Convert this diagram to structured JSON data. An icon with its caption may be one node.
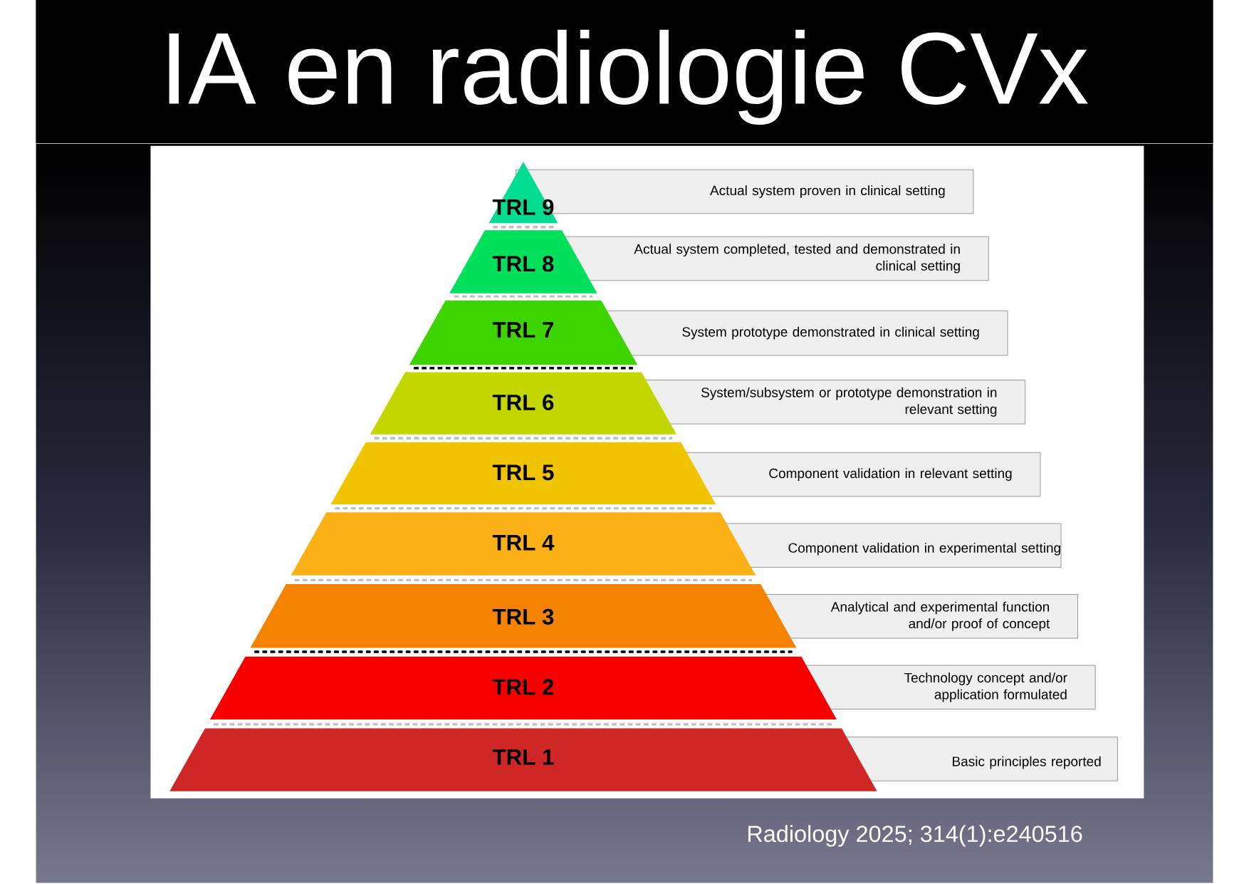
{
  "diagram": {
    "title": "IA en radiologie CVx",
    "nodes": [
      {
        "text": [
          "TRL 9"
        ]
      },
      {
        "text": [
          "Actual system proven in clinical setting"
        ]
      },
      {
        "text": [
          "TRL 8"
        ]
      },
      {
        "text": [
          "Actual system completed, tested and demonstrated in clinical setting"
        ]
      },
      {
        "text": [
          "TRL 7"
        ]
      },
      {
        "text": [
          "System prototype demonstrated in clinical setting"
        ]
      },
      {
        "text": [
          "TRL 6"
        ]
      },
      {
        "text": [
          "System/subsystem or prototype demonstration in relevant setting"
        ]
      },
      {
        "text": [
          "TRL 5"
        ]
      },
      {
        "text": [
          "Component validation in relevant setting"
        ]
      },
      {
        "text": [
          "TRL 4"
        ]
      },
      {
        "text": [
          "Component validation in experimental setting"
        ]
      },
      {
        "text": [
          "TRL 3"
        ]
      },
      {
        "text": [
          "Analytical and experimental function and/or proof of concept"
        ]
      },
      {
        "text": [
          "TRL 2"
        ]
      },
      {
        "text": [
          "Technology concept and/or application formulated"
        ]
      },
      {
        "text": [
          "TRL 1"
        ]
      },
      {
        "text": [
          "Basic principles reported"
        ]
      }
    ],
    "caption": "Radiology 2025; 314(1):e240516"
  }
}
